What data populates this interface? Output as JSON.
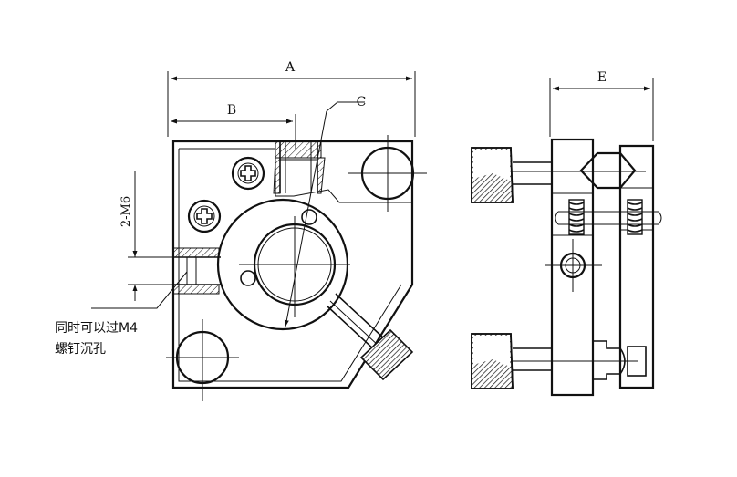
{
  "labels": {
    "dim_a": "A",
    "dim_b": "B",
    "dim_c": "C",
    "dim_e": "E",
    "thread": "2-M6",
    "note_line1": "同时可以过M4",
    "note_line2": "螺钉沉孔"
  },
  "colors": {
    "line": "#111111",
    "hatch": "#111111",
    "background": "#ffffff"
  }
}
